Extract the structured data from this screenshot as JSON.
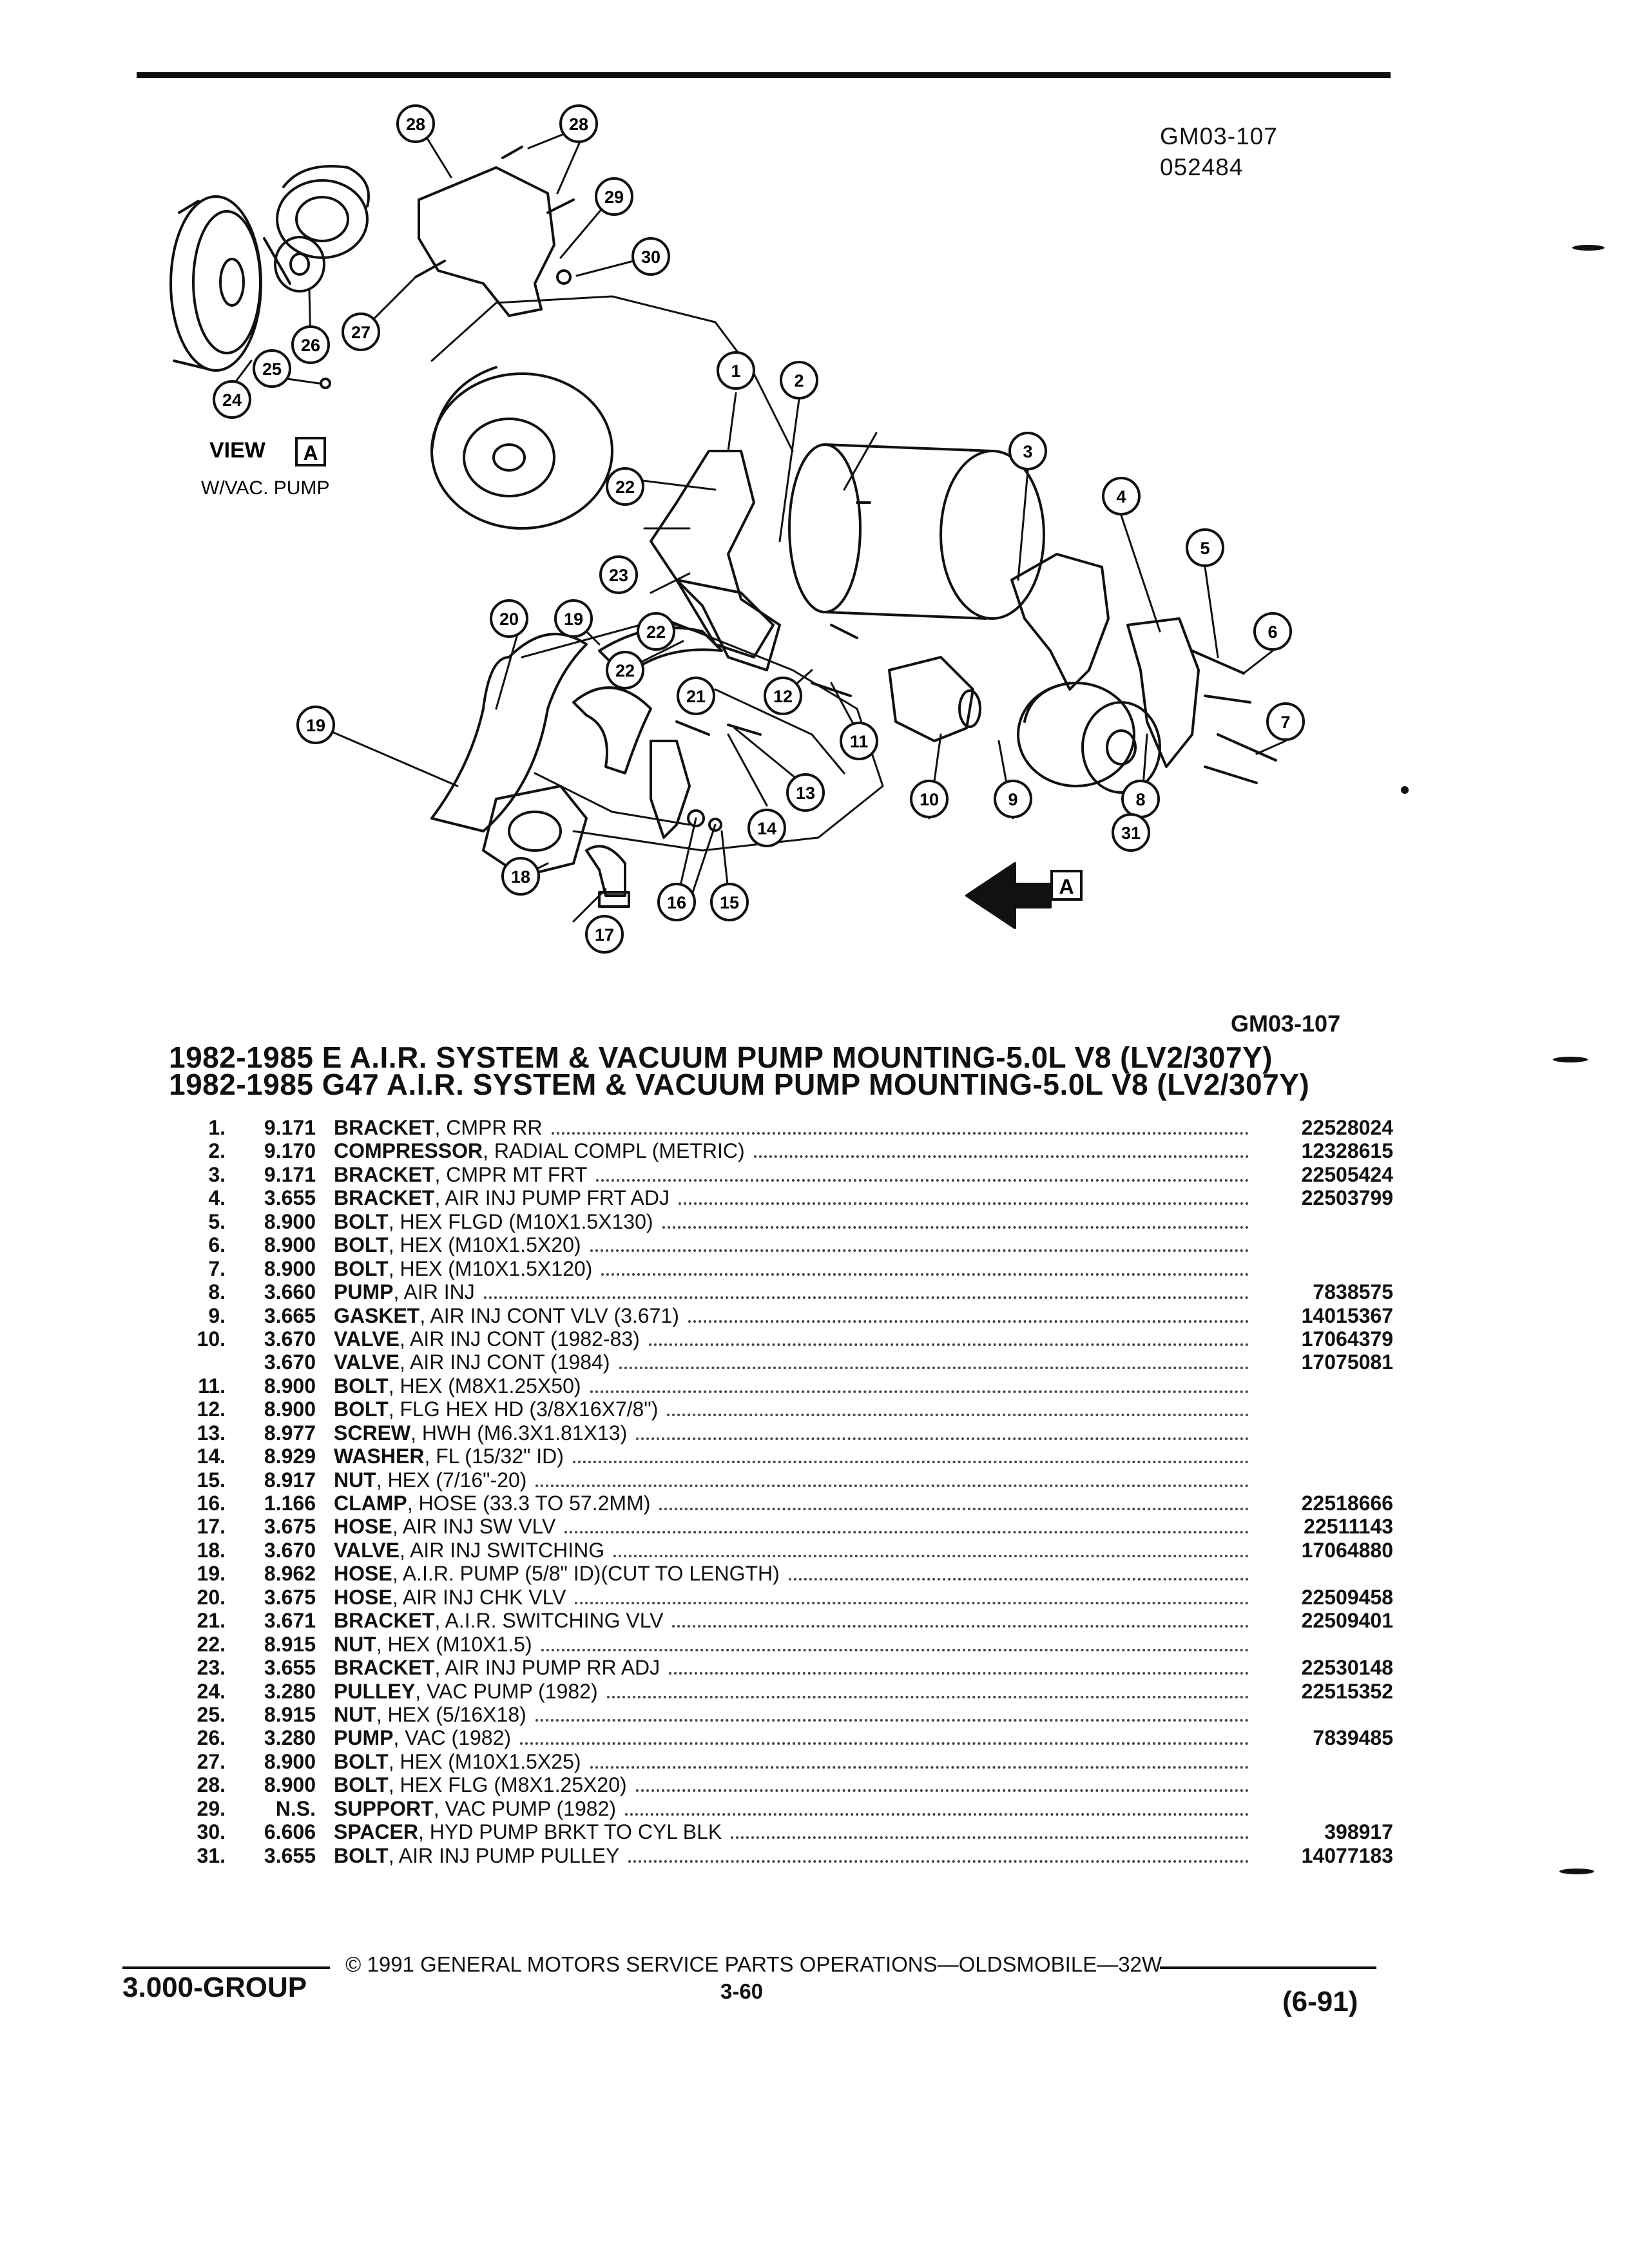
{
  "header": {
    "ref_code": "GM03-107",
    "ref_date": "052484"
  },
  "diagram": {
    "view_label": "VIEW",
    "view_letter": "A",
    "view_sub": "W/VAC. PUMP",
    "arrow_letter": "A",
    "ref_code": "GM03-107"
  },
  "titles": [
    "1982-1985 E A.I.R. SYSTEM & VACUUM PUMP MOUNTING-5.0L V8 (LV2/307Y)",
    "1982-1985 G47 A.I.R. SYSTEM & VACUUM PUMP MOUNTING-5.0L V8 (LV2/307Y)"
  ],
  "parts": [
    {
      "num": "1.",
      "group": "9.171",
      "name": "BRACKET",
      "detail": ", CMPR RR",
      "pn": "22528024"
    },
    {
      "num": "2.",
      "group": "9.170",
      "name": "COMPRESSOR",
      "detail": ", RADIAL COMPL (METRIC)",
      "pn": "12328615"
    },
    {
      "num": "3.",
      "group": "9.171",
      "name": "BRACKET",
      "detail": ", CMPR MT FRT",
      "pn": "22505424"
    },
    {
      "num": "4.",
      "group": "3.655",
      "name": "BRACKET",
      "detail": ", AIR INJ PUMP FRT ADJ",
      "pn": "22503799"
    },
    {
      "num": "5.",
      "group": "8.900",
      "name": "BOLT",
      "detail": ", HEX FLGD (M10X1.5X130)",
      "pn": ""
    },
    {
      "num": "6.",
      "group": "8.900",
      "name": "BOLT",
      "detail": ", HEX (M10X1.5X20)",
      "pn": ""
    },
    {
      "num": "7.",
      "group": "8.900",
      "name": "BOLT",
      "detail": ", HEX (M10X1.5X120)",
      "pn": ""
    },
    {
      "num": "8.",
      "group": "3.660",
      "name": "PUMP",
      "detail": ", AIR INJ",
      "pn": "7838575"
    },
    {
      "num": "9.",
      "group": "3.665",
      "name": "GASKET",
      "detail": ", AIR INJ CONT VLV (3.671)",
      "pn": "14015367"
    },
    {
      "num": "10.",
      "group": "3.670",
      "name": "VALVE",
      "detail": ", AIR INJ CONT (1982-83)",
      "pn": "17064379"
    },
    {
      "num": "",
      "group": "3.670",
      "name": "VALVE",
      "detail": ", AIR INJ CONT (1984)",
      "pn": "17075081"
    },
    {
      "num": "11.",
      "group": "8.900",
      "name": "BOLT",
      "detail": ", HEX (M8X1.25X50)",
      "pn": ""
    },
    {
      "num": "12.",
      "group": "8.900",
      "name": "BOLT",
      "detail": ", FLG HEX HD (3/8X16X7/8\")",
      "pn": ""
    },
    {
      "num": "13.",
      "group": "8.977",
      "name": "SCREW",
      "detail": ", HWH (M6.3X1.81X13)",
      "pn": ""
    },
    {
      "num": "14.",
      "group": "8.929",
      "name": "WASHER",
      "detail": ", FL (15/32\" ID)",
      "pn": ""
    },
    {
      "num": "15.",
      "group": "8.917",
      "name": "NUT",
      "detail": ", HEX (7/16\"-20)",
      "pn": ""
    },
    {
      "num": "16.",
      "group": "1.166",
      "name": "CLAMP",
      "detail": ", HOSE (33.3 TO 57.2MM)",
      "pn": "22518666"
    },
    {
      "num": "17.",
      "group": "3.675",
      "name": "HOSE",
      "detail": ", AIR INJ SW VLV",
      "pn": "22511143"
    },
    {
      "num": "18.",
      "group": "3.670",
      "name": "VALVE",
      "detail": ", AIR INJ SWITCHING",
      "pn": "17064880"
    },
    {
      "num": "19.",
      "group": "8.962",
      "name": "HOSE",
      "detail": ", A.I.R. PUMP (5/8\" ID)(CUT TO LENGTH)",
      "pn": ""
    },
    {
      "num": "20.",
      "group": "3.675",
      "name": "HOSE",
      "detail": ", AIR INJ CHK VLV",
      "pn": "22509458"
    },
    {
      "num": "21.",
      "group": "3.671",
      "name": "BRACKET",
      "detail": ", A.I.R. SWITCHING VLV",
      "pn": "22509401"
    },
    {
      "num": "22.",
      "group": "8.915",
      "name": "NUT",
      "detail": ", HEX (M10X1.5)",
      "pn": ""
    },
    {
      "num": "23.",
      "group": "3.655",
      "name": "BRACKET",
      "detail": ", AIR INJ PUMP RR ADJ",
      "pn": "22530148"
    },
    {
      "num": "24.",
      "group": "3.280",
      "name": "PULLEY",
      "detail": ", VAC PUMP (1982)",
      "pn": "22515352"
    },
    {
      "num": "25.",
      "group": "8.915",
      "name": "NUT",
      "detail": ", HEX (5/16X18)",
      "pn": ""
    },
    {
      "num": "26.",
      "group": "3.280",
      "name": "PUMP",
      "detail": ", VAC (1982)",
      "pn": "7839485"
    },
    {
      "num": "27.",
      "group": "8.900",
      "name": "BOLT",
      "detail": ", HEX (M10X1.5X25)",
      "pn": ""
    },
    {
      "num": "28.",
      "group": "8.900",
      "name": "BOLT",
      "detail": ", HEX FLG (M8X1.25X20)",
      "pn": ""
    },
    {
      "num": "29.",
      "group": "N.S.",
      "name": "SUPPORT",
      "detail": ", VAC PUMP (1982)",
      "pn": ""
    },
    {
      "num": "30.",
      "group": "6.606",
      "name": "SPACER",
      "detail": ", HYD PUMP BRKT TO CYL BLK",
      "pn": "398917"
    },
    {
      "num": "31.",
      "group": "3.655",
      "name": "BOLT",
      "detail": ", AIR INJ PUMP PULLEY",
      "pn": "14077183"
    }
  ],
  "callouts": [
    "1",
    "2",
    "3",
    "4",
    "5",
    "6",
    "7",
    "8",
    "9",
    "10",
    "11",
    "12",
    "13",
    "14",
    "15",
    "16",
    "17",
    "18",
    "19",
    "19",
    "20",
    "21",
    "22",
    "22",
    "22",
    "23",
    "24",
    "25",
    "26",
    "27",
    "28",
    "28",
    "29",
    "30",
    "31"
  ],
  "footer": {
    "copyright": "© 1991 GENERAL MOTORS SERVICE PARTS OPERATIONS—OLDSMOBILE—32W",
    "group": "3.000-GROUP",
    "page": "3-60",
    "date": "(6-91)"
  }
}
